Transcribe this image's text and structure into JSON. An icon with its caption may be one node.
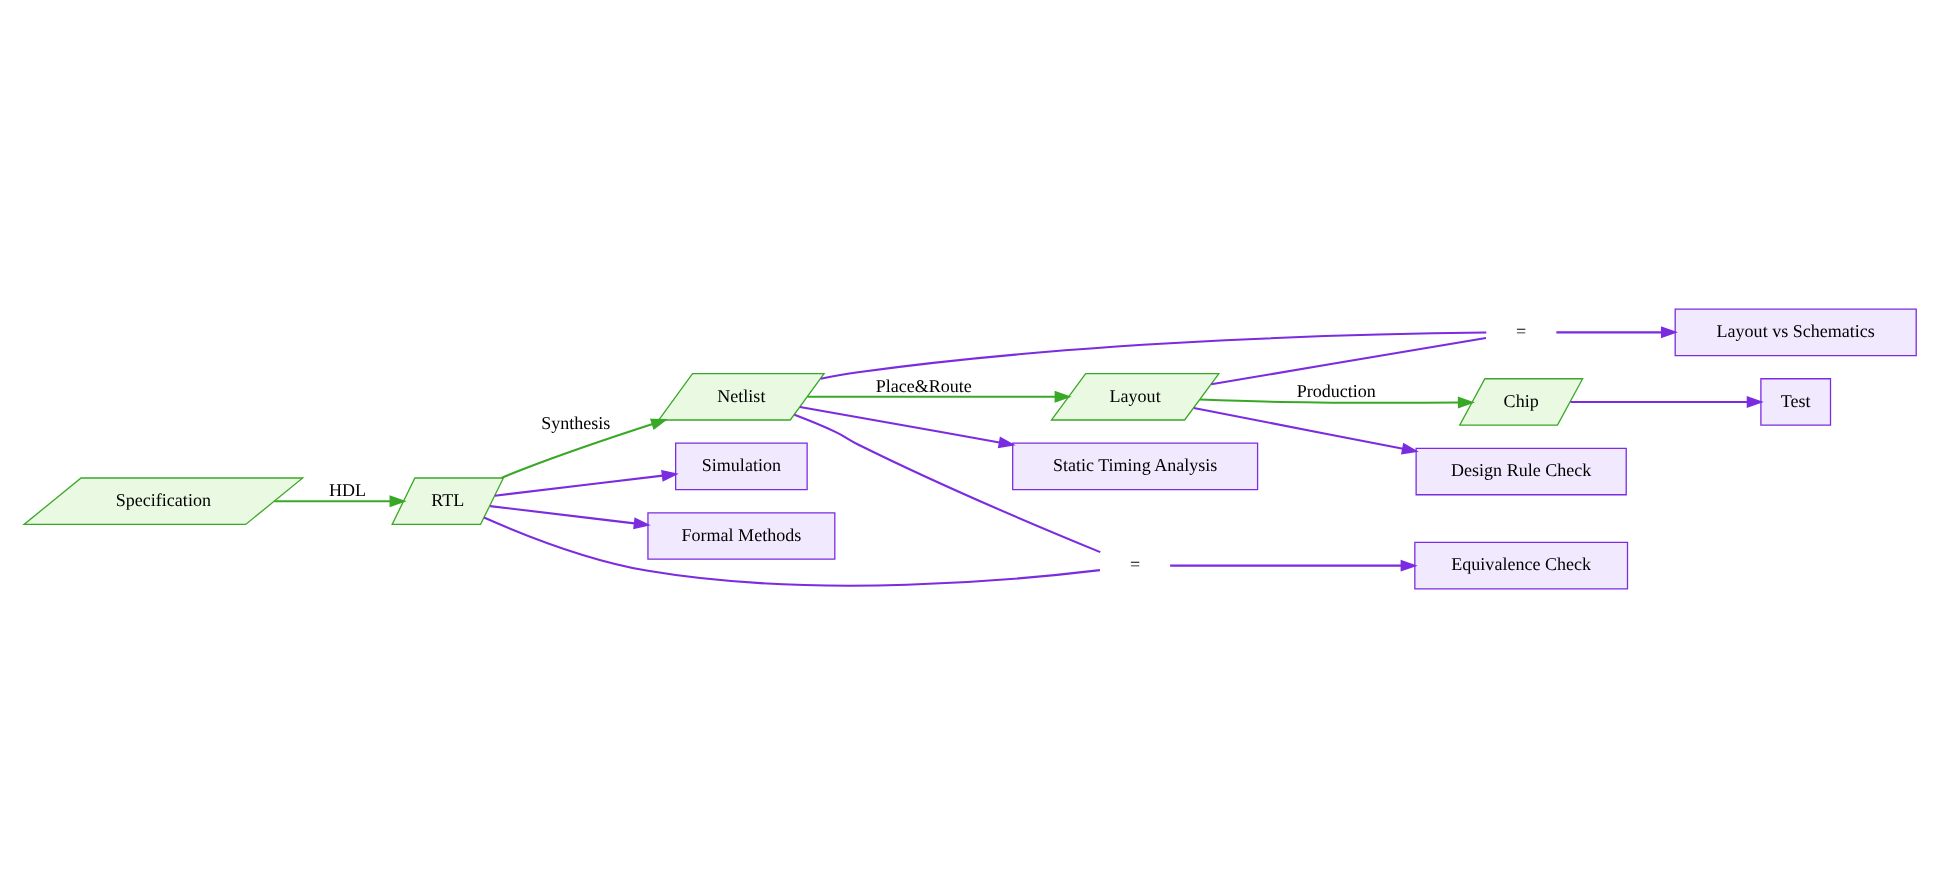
{
  "diagram": {
    "nodes": [
      {
        "text": [
          "Specification"
        ]
      },
      {
        "text": [
          "RTL"
        ]
      },
      {
        "text": [
          "Netlist"
        ]
      },
      {
        "text": [
          "Layout"
        ]
      },
      {
        "text": [
          "Chip"
        ]
      },
      {
        "text": [
          "Simulation"
        ]
      },
      {
        "text": [
          "Formal Methods"
        ]
      },
      {
        "text": [
          "Equivalence Check"
        ]
      },
      {
        "text": [
          "Static Timing Analysis"
        ]
      },
      {
        "text": [
          "Layout vs Schematics"
        ]
      },
      {
        "text": [
          "Design Rule Check"
        ]
      },
      {
        "text": [
          "Test"
        ]
      },
      {
        "text": [
          "="
        ]
      },
      {
        "text": [
          "="
        ]
      }
    ],
    "edges": [
      {
        "from": 0,
        "to": 1,
        "arrow": "to",
        "label": "HDL",
        "color": "#3aa827"
      },
      {
        "from": 1,
        "to": 2,
        "arrow": "to",
        "label": "Synthesis",
        "color": "#3aa827"
      },
      {
        "from": 2,
        "to": 3,
        "arrow": "to",
        "label": "Place&Route",
        "color": "#3aa827"
      },
      {
        "from": 3,
        "to": 4,
        "arrow": "to",
        "label": "Production",
        "color": "#3aa827"
      },
      {
        "from": 1,
        "to": 5,
        "arrow": "to"
      },
      {
        "from": 1,
        "to": 6,
        "arrow": "to"
      },
      {
        "from": 1,
        "to": 12,
        "arrow": "none"
      },
      {
        "from": 2,
        "to": 12,
        "arrow": "none"
      },
      {
        "from": 12,
        "to": 7,
        "arrow": "to"
      },
      {
        "from": 2,
        "to": 8,
        "arrow": "to"
      },
      {
        "from": 2,
        "to": 13,
        "arrow": "none"
      },
      {
        "from": 3,
        "to": 13,
        "arrow": "none"
      },
      {
        "from": 13,
        "to": 9,
        "arrow": "to"
      },
      {
        "from": 3,
        "to": 10,
        "arrow": "to"
      },
      {
        "from": 4,
        "to": 11,
        "arrow": "to"
      }
    ]
  }
}
